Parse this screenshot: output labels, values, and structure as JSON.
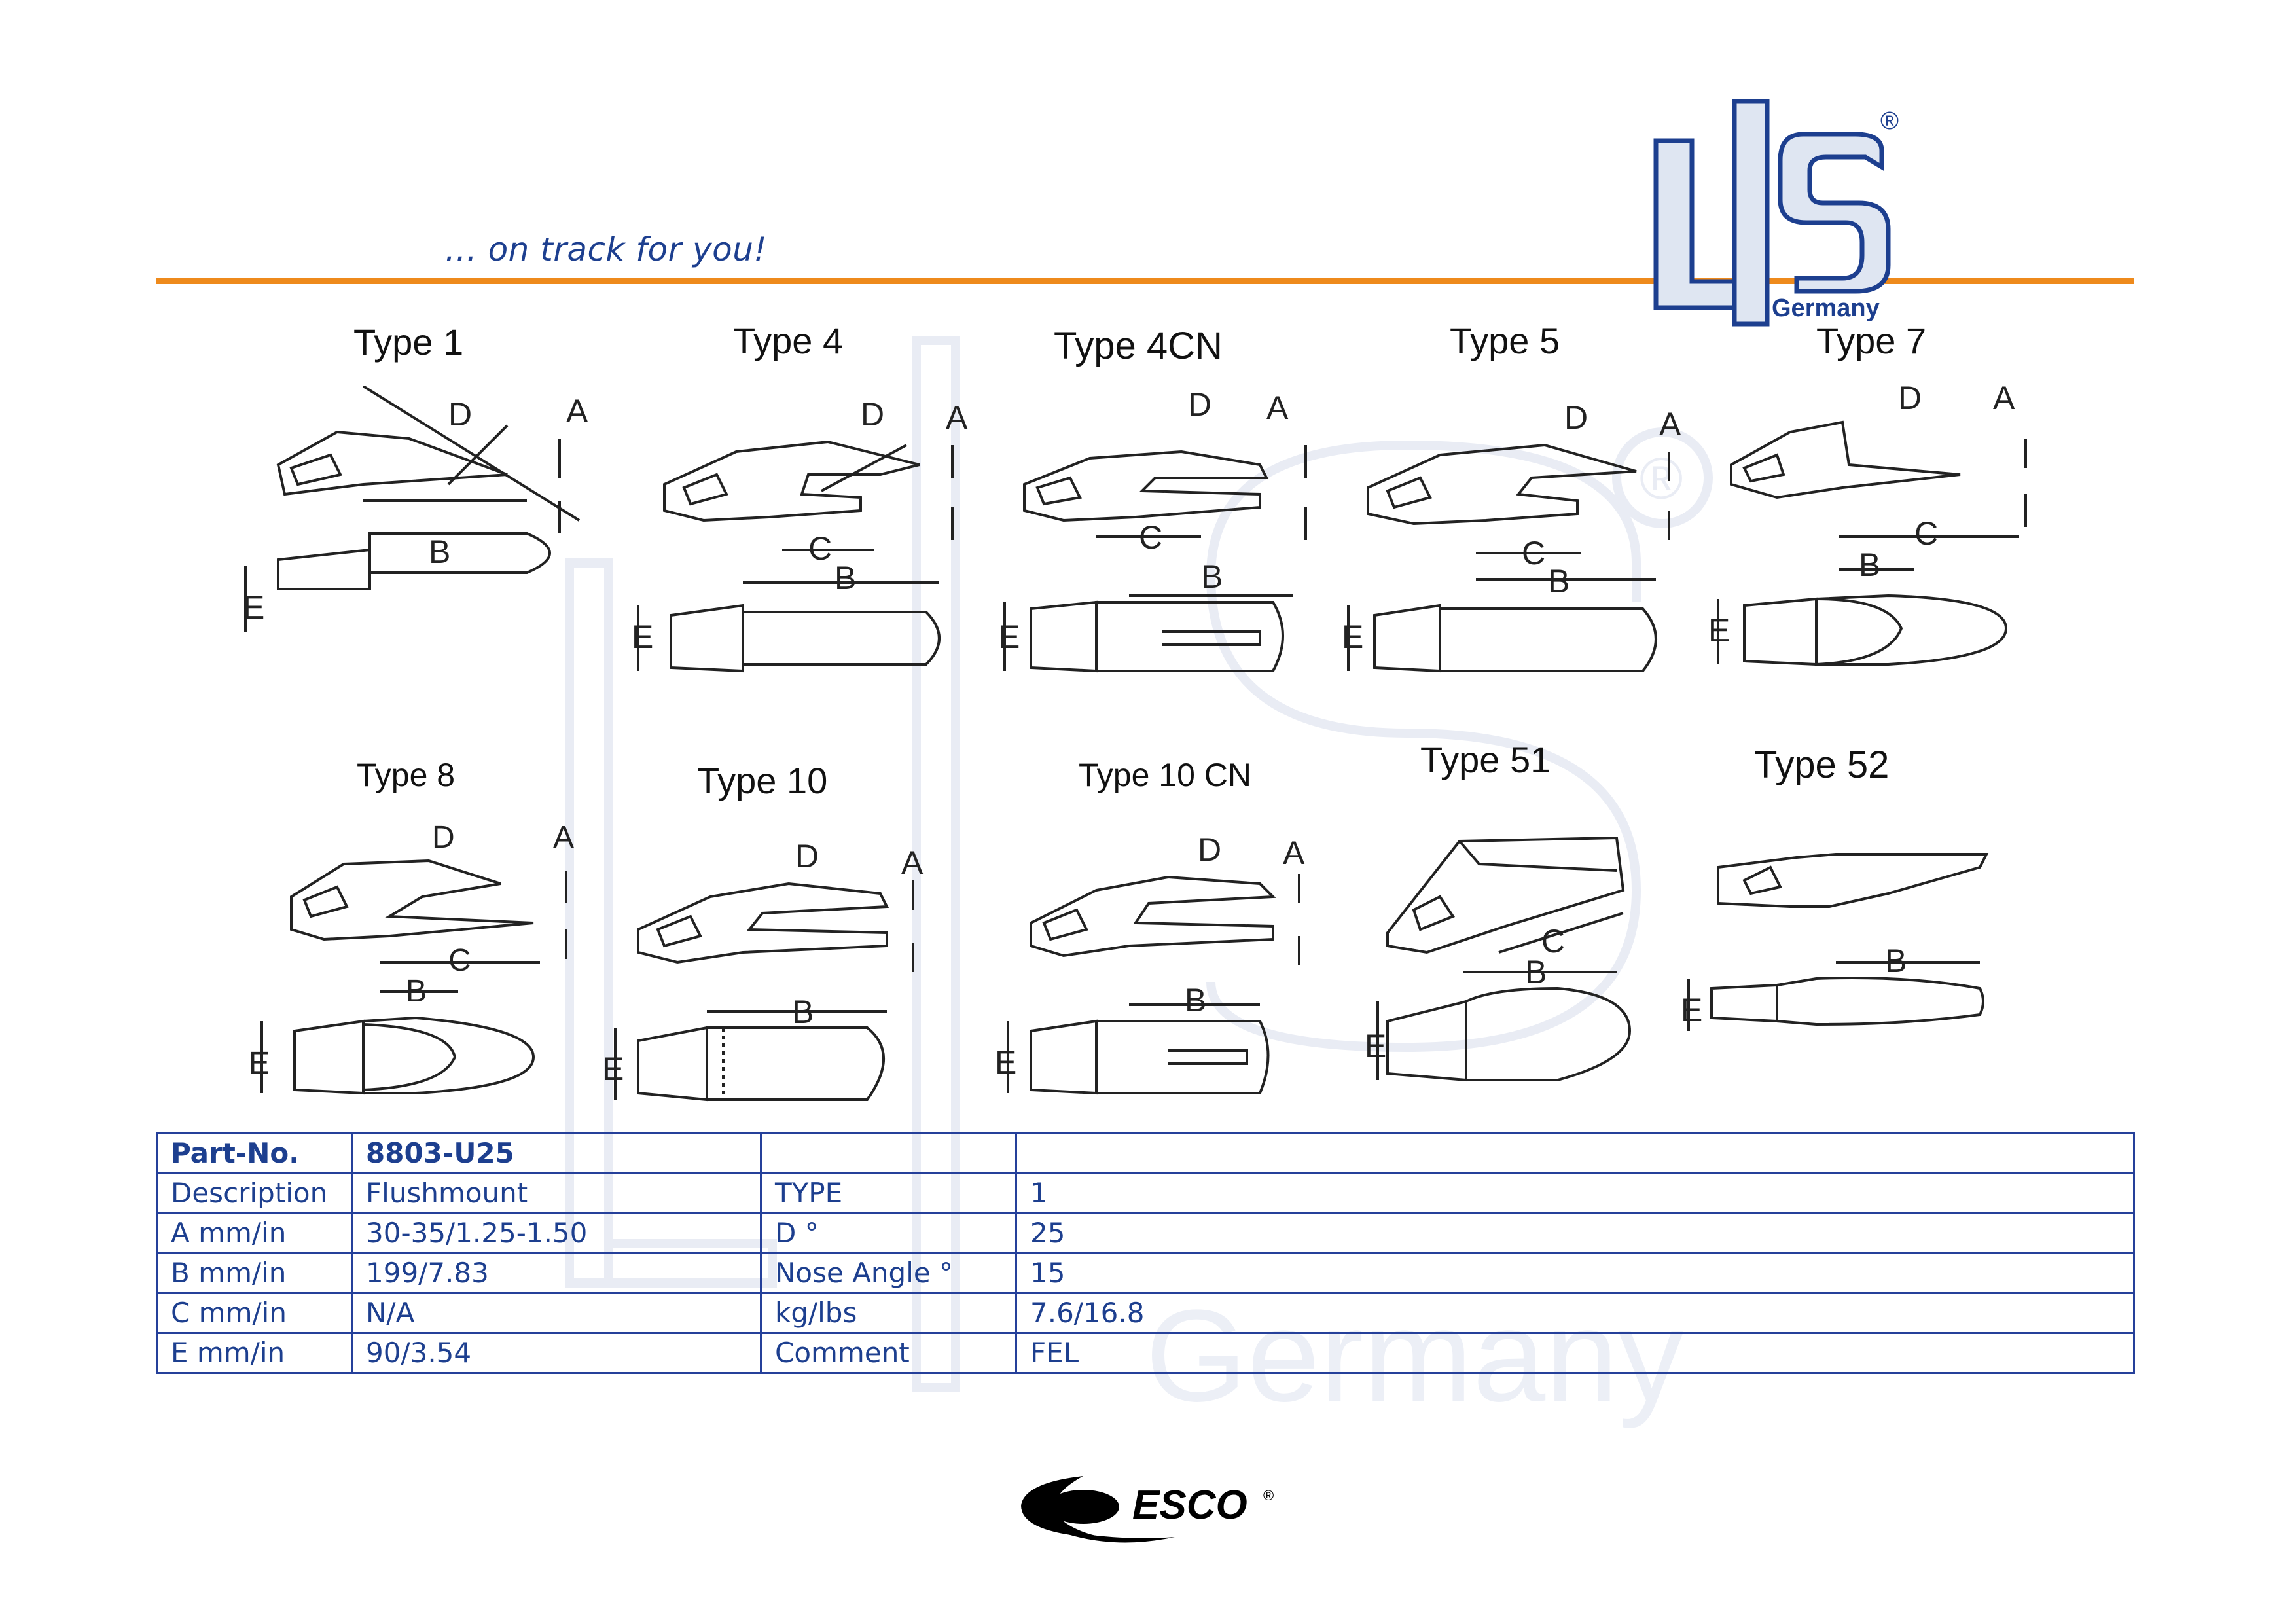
{
  "header": {
    "tagline": "... on track for you!",
    "logo": {
      "letters": "LIS",
      "registered": "®",
      "subtitle": "Germany"
    },
    "accent_color": "#ee8a1c",
    "brand_color": "#1d3f8f"
  },
  "watermark": {
    "text": "Germany",
    "registered": "®"
  },
  "diagrams": [
    {
      "title": "Type 1",
      "labels": [
        "D",
        "A",
        "B",
        "E"
      ]
    },
    {
      "title": "Type 4",
      "labels": [
        "D",
        "A",
        "C",
        "B",
        "E"
      ]
    },
    {
      "title": "Type 4CN",
      "labels": [
        "D",
        "A",
        "C",
        "B",
        "E"
      ]
    },
    {
      "title": "Type 5",
      "labels": [
        "D",
        "A",
        "C",
        "B",
        "E"
      ]
    },
    {
      "title": "Type 7",
      "labels": [
        "D",
        "A",
        "C",
        "B",
        "E"
      ]
    },
    {
      "title": "Type 8",
      "labels": [
        "D",
        "A",
        "C",
        "B",
        "E"
      ]
    },
    {
      "title": "Type 10",
      "labels": [
        "D",
        "A",
        "B",
        "E"
      ]
    },
    {
      "title": "Type 10 CN",
      "labels": [
        "D",
        "A",
        "B",
        "E"
      ]
    },
    {
      "title": "Type 51",
      "labels": [
        "C",
        "B",
        "E"
      ]
    },
    {
      "title": "Type 52",
      "labels": [
        "B",
        "E"
      ]
    }
  ],
  "table": {
    "rows": [
      [
        "Part-No.",
        "8803-U25",
        "",
        ""
      ],
      [
        "Description",
        "Flushmount",
        "TYPE",
        "1"
      ],
      [
        "A mm/in",
        "30-35/1.25-1.50",
        "D °",
        "25"
      ],
      [
        "B mm/in",
        "199/7.83",
        "Nose Angle °",
        "15"
      ],
      [
        "C mm/in",
        "N/A",
        "kg/lbs",
        "7.6/16.8"
      ],
      [
        "E mm/in",
        "90/3.54",
        "Comment",
        "FEL"
      ]
    ]
  },
  "footer": {
    "brand": "ESCO",
    "registered": "®"
  }
}
